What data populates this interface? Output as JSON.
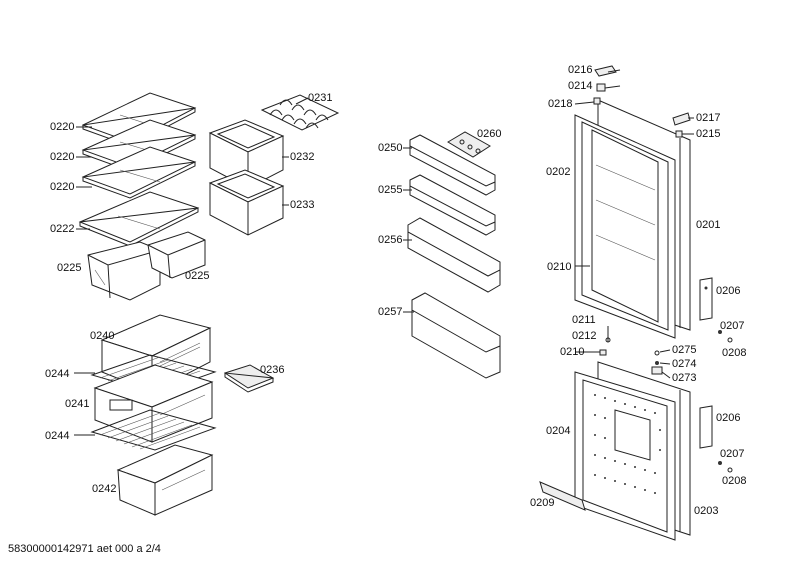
{
  "labels": {
    "l0220a": "0220",
    "l0220b": "0220",
    "l0220c": "0220",
    "l0222": "0222",
    "l0225a": "0225",
    "l0225b": "0225",
    "l0231": "0231",
    "l0232": "0232",
    "l0233": "0233",
    "l0240": "0240",
    "l0244a": "0244",
    "l0241": "0241",
    "l0244b": "0244",
    "l0242": "0242",
    "l0236": "0236",
    "l0250": "0250",
    "l0260": "0260",
    "l0255": "0255",
    "l0256": "0256",
    "l0257": "0257",
    "l0216": "0216",
    "l0214": "0214",
    "l0218": "0218",
    "l0217": "0217",
    "l0215": "0215",
    "l0202": "0202",
    "l0201": "0201",
    "l0210a": "0210",
    "l0206a": "0206",
    "l0211": "0211",
    "l0212": "0212",
    "l0207a": "0207",
    "l0208a": "0208",
    "l0210b": "0210",
    "l0275": "0275",
    "l0274": "0274",
    "l0273": "0273",
    "l0204": "0204",
    "l0206b": "0206",
    "l0207b": "0207",
    "l0208b": "0208",
    "l0209": "0209",
    "l0203": "0203"
  },
  "footer": "58300000142971 aet 000 a 2/4"
}
